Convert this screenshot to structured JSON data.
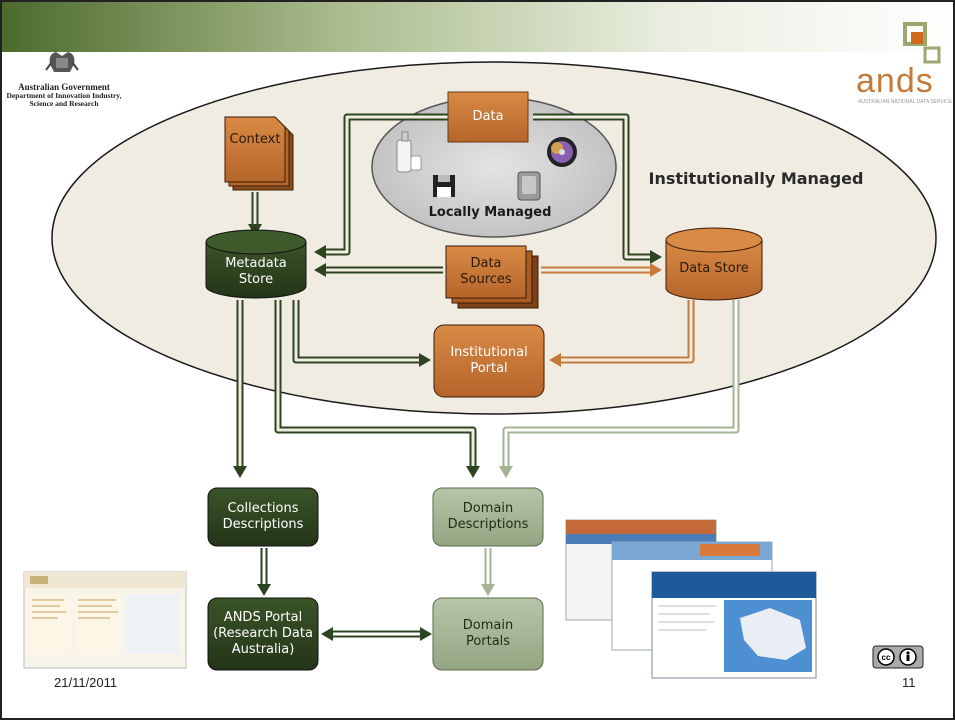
{
  "slide": {
    "date": "21/11/2011",
    "page_number": "11"
  },
  "header": {
    "gov_title": "Australian Government",
    "gov_department": "Department of Innovation Industry, Science and Research",
    "ands_logo": "ands",
    "ands_sub": "AUSTRALIAN NATIONAL DATA SERVICE"
  },
  "diagram": {
    "region_institutional": "Institutionally Managed",
    "region_local": "Locally Managed",
    "data": "Data",
    "context": "Context",
    "metadata_store": [
      "Metadata",
      "Store"
    ],
    "data_sources": [
      "Data",
      "Sources"
    ],
    "data_store": "Data Store",
    "institutional_portal": [
      "Institutional",
      "Portal"
    ],
    "collections_descriptions": [
      "Collections",
      "Descriptions"
    ],
    "domain_descriptions": [
      "Domain",
      "Descriptions"
    ],
    "ands_portal": [
      "ANDS Portal",
      "(Research Data",
      "Australia)"
    ],
    "domain_portals": [
      "Domain",
      "Portals"
    ]
  },
  "colors": {
    "dark_green": "#2e4420",
    "light_green": "#a3b394",
    "orange": "#c87a3a",
    "ellipse_fill": "#f1ece2",
    "grey_oval": "#cfcfcf"
  }
}
